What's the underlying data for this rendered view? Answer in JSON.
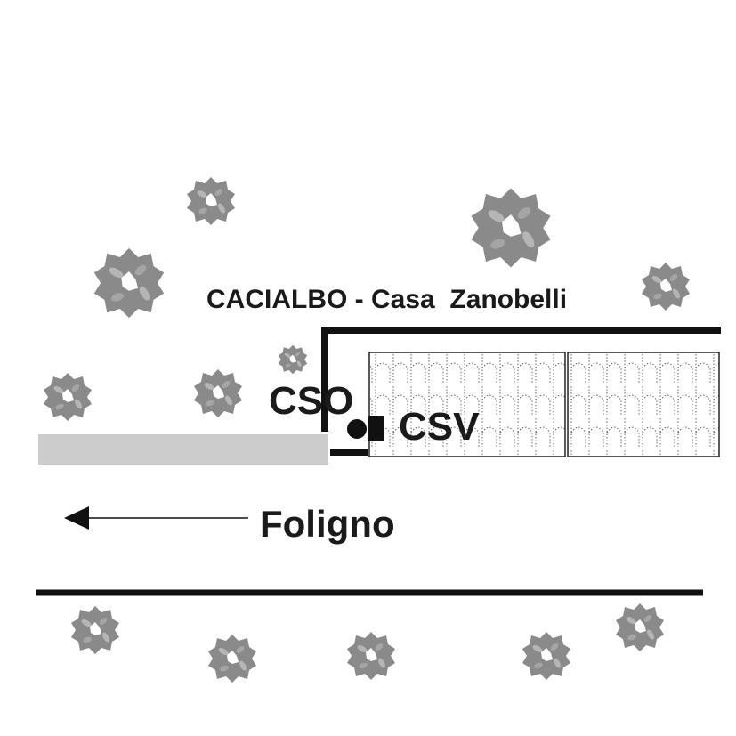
{
  "title": "CACIALBO - Casa  Zanobelli",
  "labels": {
    "cso": "CSO",
    "csv": "CSV",
    "direction": "Foligno"
  },
  "icons": {
    "tree": "tree-canopy-icon",
    "arrow": "arrow-left-icon",
    "station_point": "sensor-dot-icon",
    "station_box": "sensor-square-icon"
  },
  "colors": {
    "line": "#111111",
    "tree": "#8a8a8a",
    "tree_light": "#b5b5b5",
    "sidewalk": "#cccccc",
    "text": "#1a1a1a"
  }
}
